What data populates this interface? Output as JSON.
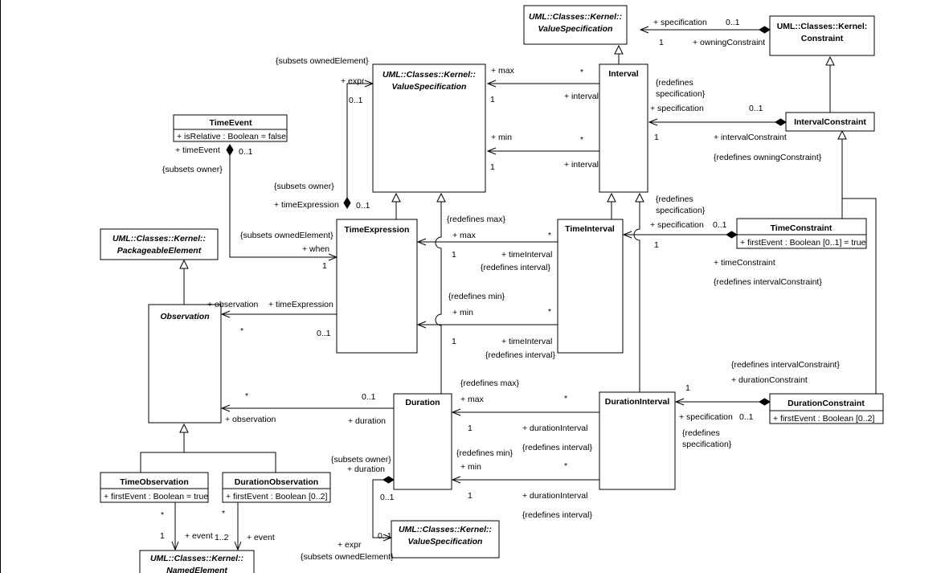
{
  "classes": {
    "vs_top": [
      "UML::Classes::Kernel::",
      "ValueSpecification"
    ],
    "constraint": [
      "UML::Classes::Kernel:",
      "Constraint"
    ],
    "vs_main": [
      "UML::Classes::Kernel::",
      "ValueSpecification"
    ],
    "interval": "Interval",
    "interval_constraint": "IntervalConstraint",
    "time_event": "TimeEvent",
    "time_event_attr": "+ isRelative : Boolean = false",
    "time_expression": "TimeExpression",
    "time_interval": "TimeInterval",
    "time_constraint": "TimeConstraint",
    "time_constraint_attr": "+ firstEvent : Boolean [0..1] = true",
    "packageable": [
      "UML::Classes::Kernel::",
      "PackageableElement"
    ],
    "observation": "Observation",
    "duration": "Duration",
    "duration_interval": "DurationInterval",
    "duration_constraint": "DurationConstraint",
    "duration_constraint_attr": "+ firstEvent : Boolean [0..2]",
    "time_observation": "TimeObservation",
    "time_observation_attr": "+ firstEvent : Boolean = true",
    "duration_observation": "DurationObservation",
    "duration_observation_attr": "+ firstEvent : Boolean [0..2]",
    "vs_bottom": [
      "UML::Classes::Kernel::",
      "ValueSpecification"
    ],
    "named": [
      "UML::Classes::Kernel::",
      "NamedElement"
    ]
  },
  "labels": {
    "l1": "+ specification",
    "l2": "0..1",
    "l3": "1",
    "l4": "+ owningConstraint",
    "l5": "{subsets ownedElement}",
    "l6": "+ expr",
    "l7": "0..1",
    "l8": "+ max",
    "l9": "*",
    "l10": "1",
    "l11": "+ interval",
    "l12": "+ min",
    "l13": "*",
    "l14": "1",
    "l15": "+ interval",
    "l16": "{redefines",
    "l17": "specification}",
    "l18": "+ specification",
    "l19": "0..1",
    "l20": "1",
    "l21": "+ intervalConstraint",
    "l22": "{redefines owningConstraint}",
    "l23": "+ timeEvent",
    "l24": "0..1",
    "l25": "{subsets owner}",
    "l26": "{subsets owner}",
    "l27": "+ timeExpression",
    "l28": "0..1",
    "l29": "{subsets ownedElement}",
    "l30": "+ when",
    "l31": "1",
    "l32": "{redefines max}",
    "l33": "+ max",
    "l34": "*",
    "l35": "1",
    "l36": "+ timeInterval",
    "l37": "{redefines interval}",
    "l38": "{redefines",
    "l39": "specification}",
    "l40": "+ specification",
    "l41": "0..1",
    "l42": "1",
    "l43": "+ timeConstraint",
    "l44": "{redefines intervalConstraint}",
    "l45": "+ observation",
    "l46": "+ timeExpression",
    "l47": "*",
    "l48": "0..1",
    "l49": "{redefines min}",
    "l50": "+ min",
    "l51": "*",
    "l52": "1",
    "l53": "+ timeInterval",
    "l54": "{redefines interval}",
    "l55": "{redefines intervalConstraint}",
    "l56": "+ durationConstraint",
    "l57": "*",
    "l58": "0..1",
    "l59": "+ observation",
    "l60": "+ duration",
    "l61": "{redefines max}",
    "l62": "+ max",
    "l63": "*",
    "l64": "1",
    "l65": "+ durationInterval",
    "l66": "{redefines interval}",
    "l67": "1",
    "l68": "+ specification",
    "l69": "0..1",
    "l70": "{redefines",
    "l71": "specification}",
    "l72": "{subsets owner}",
    "l73": "+ duration",
    "l74": "{redefines min}",
    "l75": "+ min",
    "l76": "*",
    "l77": "1",
    "l78": "+ durationInterval",
    "l79": "{redefines interval}",
    "l80": "0..1",
    "l81": "0..1",
    "l82": "+ expr",
    "l83": "{subsets ownedElement}",
    "l84": "*",
    "l85": "*",
    "l86": "1",
    "l87": "+ event",
    "l88": "1..2",
    "l89": "+ event"
  }
}
